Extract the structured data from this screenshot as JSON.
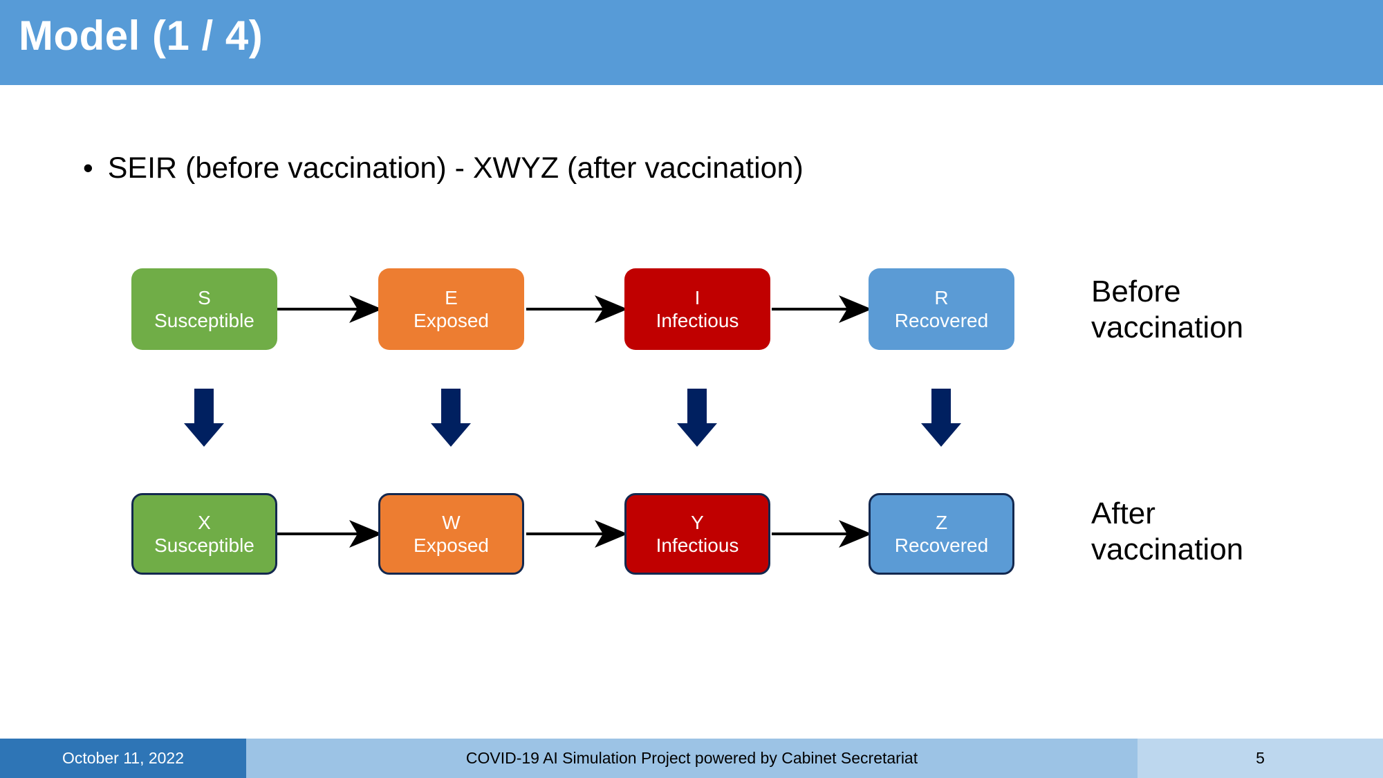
{
  "header": {
    "title": "Model (1 / 4)",
    "bar_color": "#579BD7"
  },
  "body": {
    "bullet_marker": "•",
    "bullet_text": "SEIR (before vaccination) - XWYZ (after vaccination)"
  },
  "diagram": {
    "rows": [
      {
        "id": "before",
        "caption_line1": "Before",
        "caption_line2": "vaccination",
        "nodes": [
          {
            "code": "S",
            "name": "Susceptible",
            "color": "#70AD47"
          },
          {
            "code": "E",
            "name": "Exposed",
            "color": "#ED7D31"
          },
          {
            "code": "I",
            "name": "Infectious",
            "color": "#C00000"
          },
          {
            "code": "R",
            "name": "Recovered",
            "color": "#5B9BD5"
          }
        ]
      },
      {
        "id": "after",
        "caption_line1": "After",
        "caption_line2": "vaccination",
        "nodes": [
          {
            "code": "X",
            "name": "Susceptible",
            "color": "#70AD47"
          },
          {
            "code": "W",
            "name": "Exposed",
            "color": "#ED7D31"
          },
          {
            "code": "Y",
            "name": "Infectious",
            "color": "#C00000"
          },
          {
            "code": "Z",
            "name": "Recovered",
            "color": "#5B9BD5"
          }
        ]
      }
    ],
    "transition_arrow_color": "#000000",
    "vaccination_arrow_color": "#002060",
    "node_border_color": "#13284F"
  },
  "footer": {
    "date": "October 11, 2022",
    "center_text": "COVID-19 AI Simulation Project powered by Cabinet Secretariat",
    "page_number": "5",
    "date_bg": "#2E75B6",
    "center_bg": "#9CC3E5",
    "page_bg": "#BDD7EE"
  }
}
